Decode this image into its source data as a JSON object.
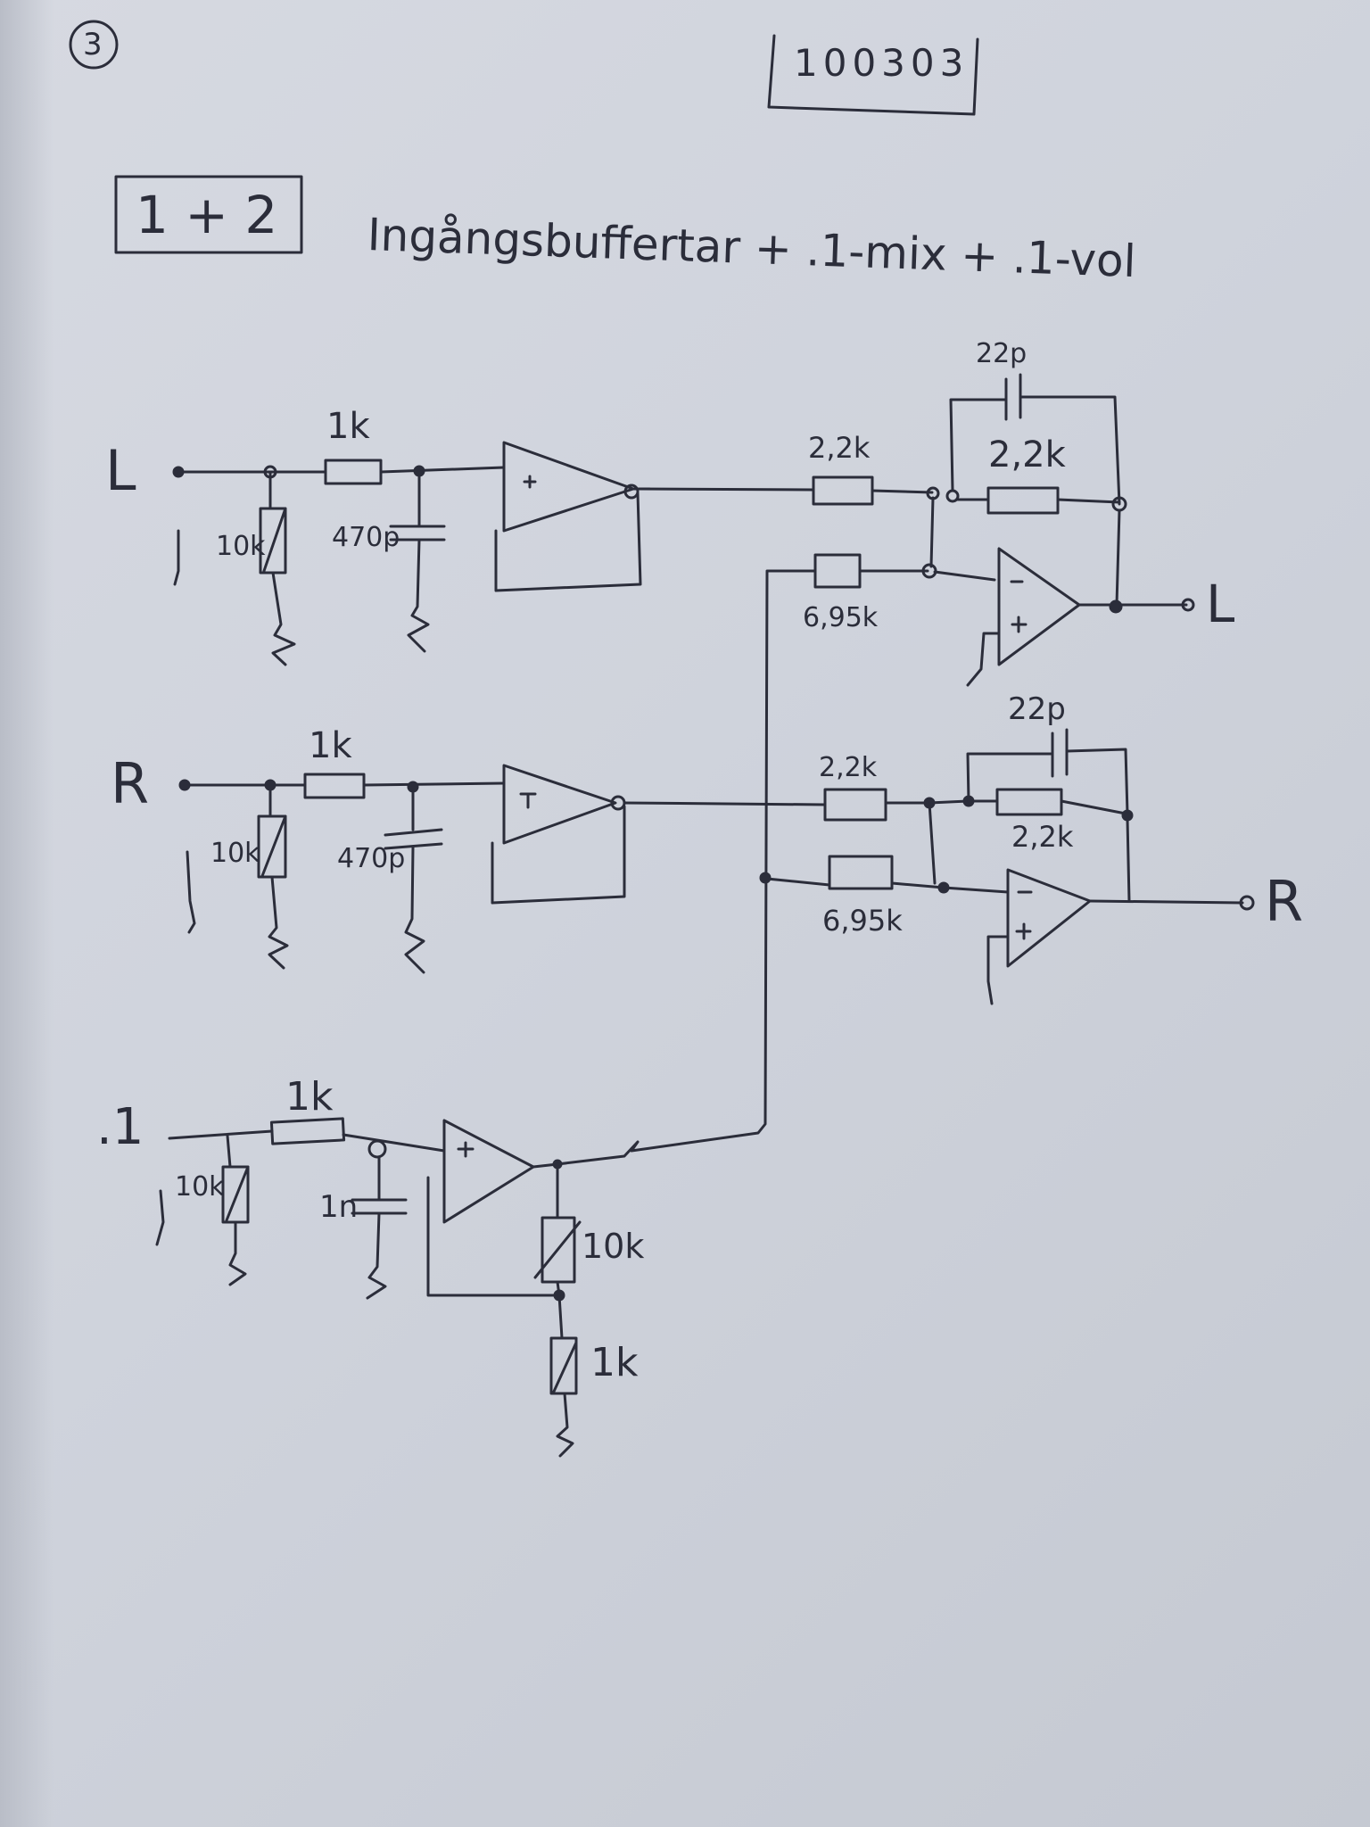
{
  "page": {
    "page_number": "3",
    "date_code": "100303",
    "section_id": "1 + 2",
    "heading": "Ingångsbuffertar + .1-mix + .1-vol"
  },
  "schematic": {
    "inputs": {
      "left": "L",
      "right": "R",
      "lfe": ".1"
    },
    "outputs": {
      "left": "L",
      "right": "R"
    },
    "components": {
      "l_pot": "10k",
      "l_series": "1k",
      "l_cap": "470p",
      "r_pot": "10k",
      "r_series": "1k",
      "r_cap": "470p",
      "lfe_pot": "10k",
      "lfe_series": "1k",
      "lfe_cap": "1n",
      "lfe_feedback": "10k",
      "lfe_ground": "1k",
      "l_mix_in": "2,2k",
      "l_mix_lfe": "6,95k",
      "l_fb_cap": "22p",
      "l_fb_res": "2,2k",
      "r_mix_in": "2,2k",
      "r_mix_lfe": "6,95k",
      "r_fb_cap": "22p",
      "r_fb_res": "2,2k"
    },
    "opamp_marks": {
      "plus": "+",
      "minus": "-"
    }
  },
  "colors": {
    "ink": "#2b2d3a",
    "paper": "#d3d6de"
  }
}
